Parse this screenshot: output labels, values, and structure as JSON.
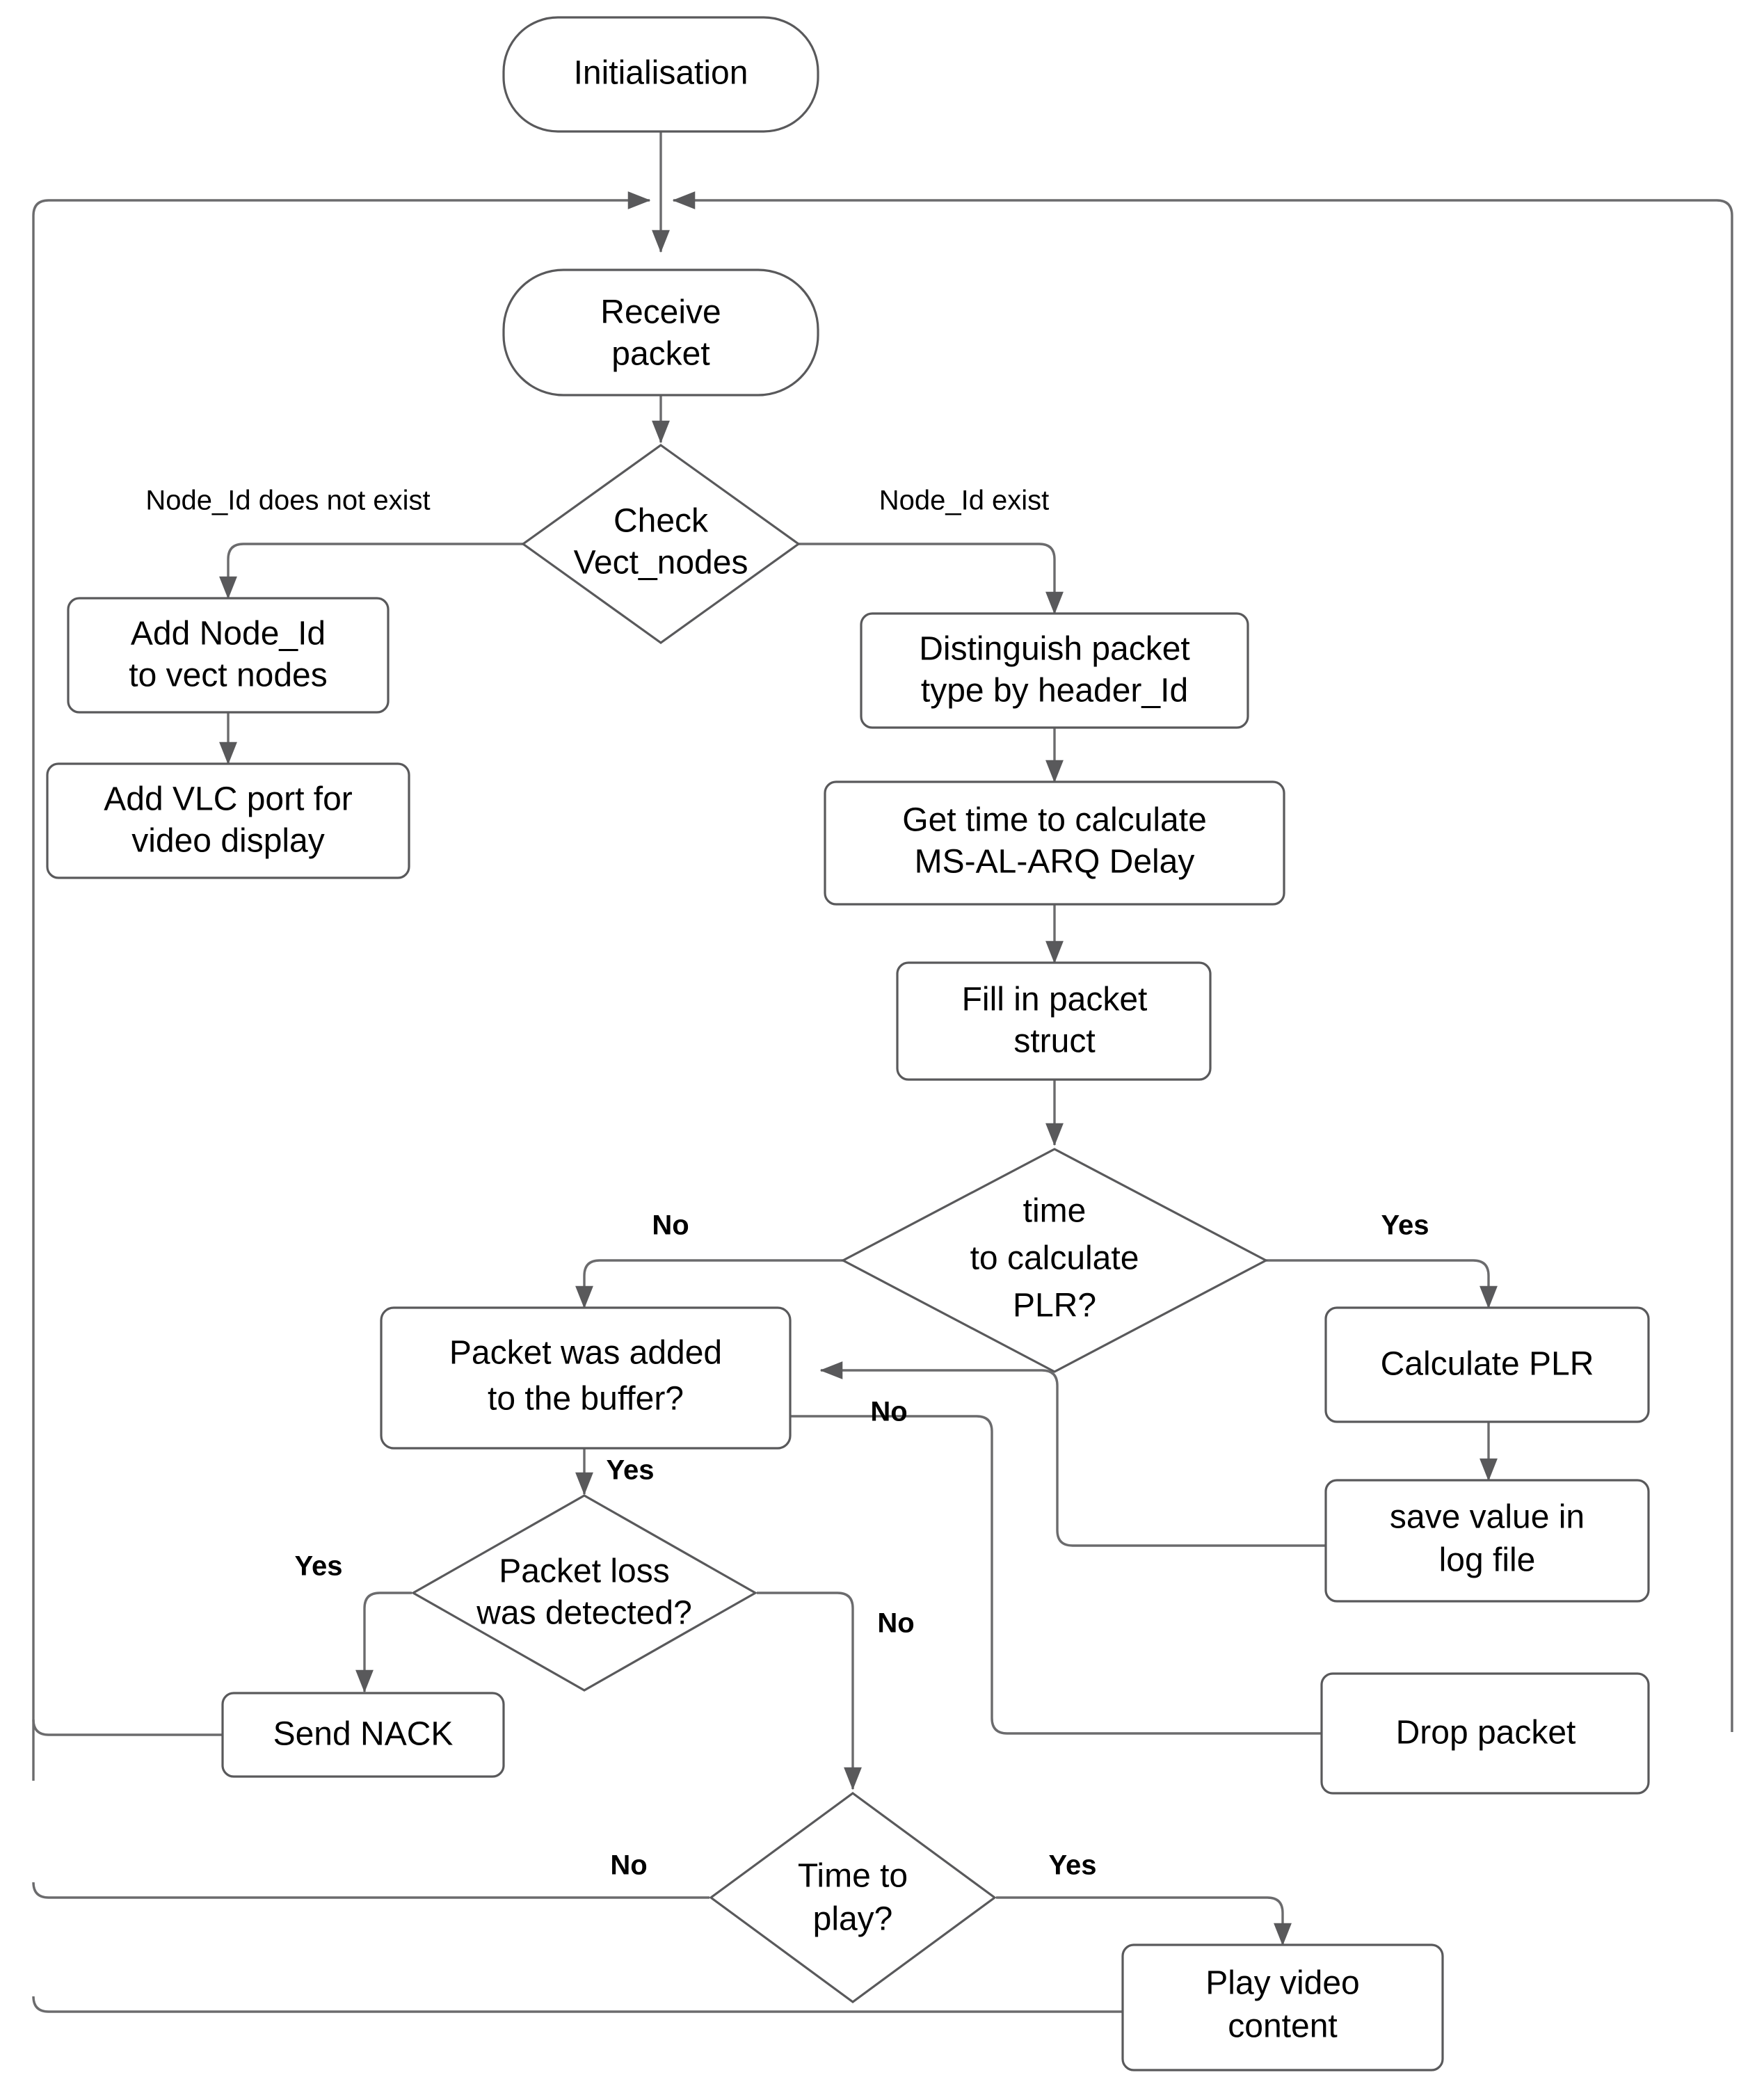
{
  "diagram": {
    "title": "Receiver side packet processing flowchart",
    "background_color": "#ffffff",
    "stroke_color": "#59595b",
    "connector_color": "#6b6b6d",
    "text_color": "#000000",
    "nodes": [
      {
        "id": "initialisation",
        "shape": "rounded-terminator",
        "label": "Initialisation"
      },
      {
        "id": "receive-packet",
        "shape": "rounded-terminator",
        "label": "Receive\npacket",
        "line1": "Receive",
        "line2": "packet"
      },
      {
        "id": "check-vect-nodes",
        "shape": "diamond",
        "label": "Check\nVect_nodes",
        "line1": "Check",
        "line2": "Vect_nodes"
      },
      {
        "id": "add-node-id",
        "shape": "process",
        "label": "Add Node_Id\nto vect nodes",
        "line1": "Add Node_Id",
        "line2": "to vect nodes"
      },
      {
        "id": "add-vlc-port",
        "shape": "process",
        "label": "Add VLC port for\nvideo display",
        "line1": "Add VLC port for",
        "line2": "video display"
      },
      {
        "id": "distinguish-packet",
        "shape": "process",
        "label": "Distinguish packet\ntype by header_Id",
        "line1": "Distinguish packet",
        "line2": "type by header_Id"
      },
      {
        "id": "get-time-delay",
        "shape": "process",
        "label": "Get time to calculate\nMS-AL-ARQ Delay",
        "line1": "Get time to calculate",
        "line2": "MS-AL-ARQ Delay"
      },
      {
        "id": "fill-packet-struct",
        "shape": "process",
        "label": "Fill in packet\nstruct",
        "line1": "Fill in packet",
        "line2": "struct"
      },
      {
        "id": "time-to-calc-plr",
        "shape": "diamond",
        "label": "time\nto calculate\nPLR?",
        "line1": "time",
        "line2": "to calculate",
        "line3": "PLR?"
      },
      {
        "id": "packet-added-buffer",
        "shape": "process",
        "label": "Packet was added\nto the buffer?",
        "line1": "Packet was added",
        "line2": "to the buffer?"
      },
      {
        "id": "calculate-plr",
        "shape": "process",
        "label": "Calculate PLR",
        "line1": "Calculate PLR"
      },
      {
        "id": "save-value-log",
        "shape": "process",
        "label": "save value in\nlog file",
        "line1": "save value in",
        "line2": "log file"
      },
      {
        "id": "packet-loss-detected",
        "shape": "diamond",
        "label": "Packet loss\nwas detected?",
        "line1": "Packet loss",
        "line2": "was detected?"
      },
      {
        "id": "send-nack",
        "shape": "process",
        "label": "Send NACK",
        "line1": "Send NACK"
      },
      {
        "id": "drop-packet",
        "shape": "process",
        "label": "Drop packet",
        "line1": "Drop packet"
      },
      {
        "id": "time-to-play",
        "shape": "diamond",
        "label": "Time to\nplay?",
        "line1": "Time to",
        "line2": "play?"
      },
      {
        "id": "play-video-content",
        "shape": "process",
        "label": "Play video\ncontent",
        "line1": "Play video",
        "line2": "content"
      }
    ],
    "edge_labels": [
      {
        "id": "node-id-not-exist",
        "text": "Node_Id does not exist",
        "bold": false,
        "from": "check-vect-nodes",
        "to": "add-node-id"
      },
      {
        "id": "node-id-exist",
        "text": "Node_Id exist",
        "bold": false,
        "from": "check-vect-nodes",
        "to": "distinguish-packet"
      },
      {
        "id": "plr-no",
        "text": "No",
        "bold": true,
        "from": "time-to-calc-plr",
        "to": "packet-added-buffer"
      },
      {
        "id": "plr-yes",
        "text": "Yes",
        "bold": true,
        "from": "time-to-calc-plr",
        "to": "calculate-plr"
      },
      {
        "id": "buffer-yes",
        "text": "Yes",
        "bold": true,
        "from": "packet-added-buffer",
        "to": "packet-loss-detected"
      },
      {
        "id": "buffer-no",
        "text": "No",
        "bold": true,
        "from": "packet-added-buffer",
        "to": "drop-packet"
      },
      {
        "id": "loss-yes",
        "text": "Yes",
        "bold": true,
        "from": "packet-loss-detected",
        "to": "send-nack"
      },
      {
        "id": "loss-no",
        "text": "No",
        "bold": true,
        "from": "packet-loss-detected",
        "to": "time-to-play"
      },
      {
        "id": "play-no",
        "text": "No",
        "bold": true,
        "from": "time-to-play",
        "to": "receive-packet"
      },
      {
        "id": "play-yes",
        "text": "Yes",
        "bold": true,
        "from": "time-to-play",
        "to": "play-video-content"
      }
    ]
  }
}
